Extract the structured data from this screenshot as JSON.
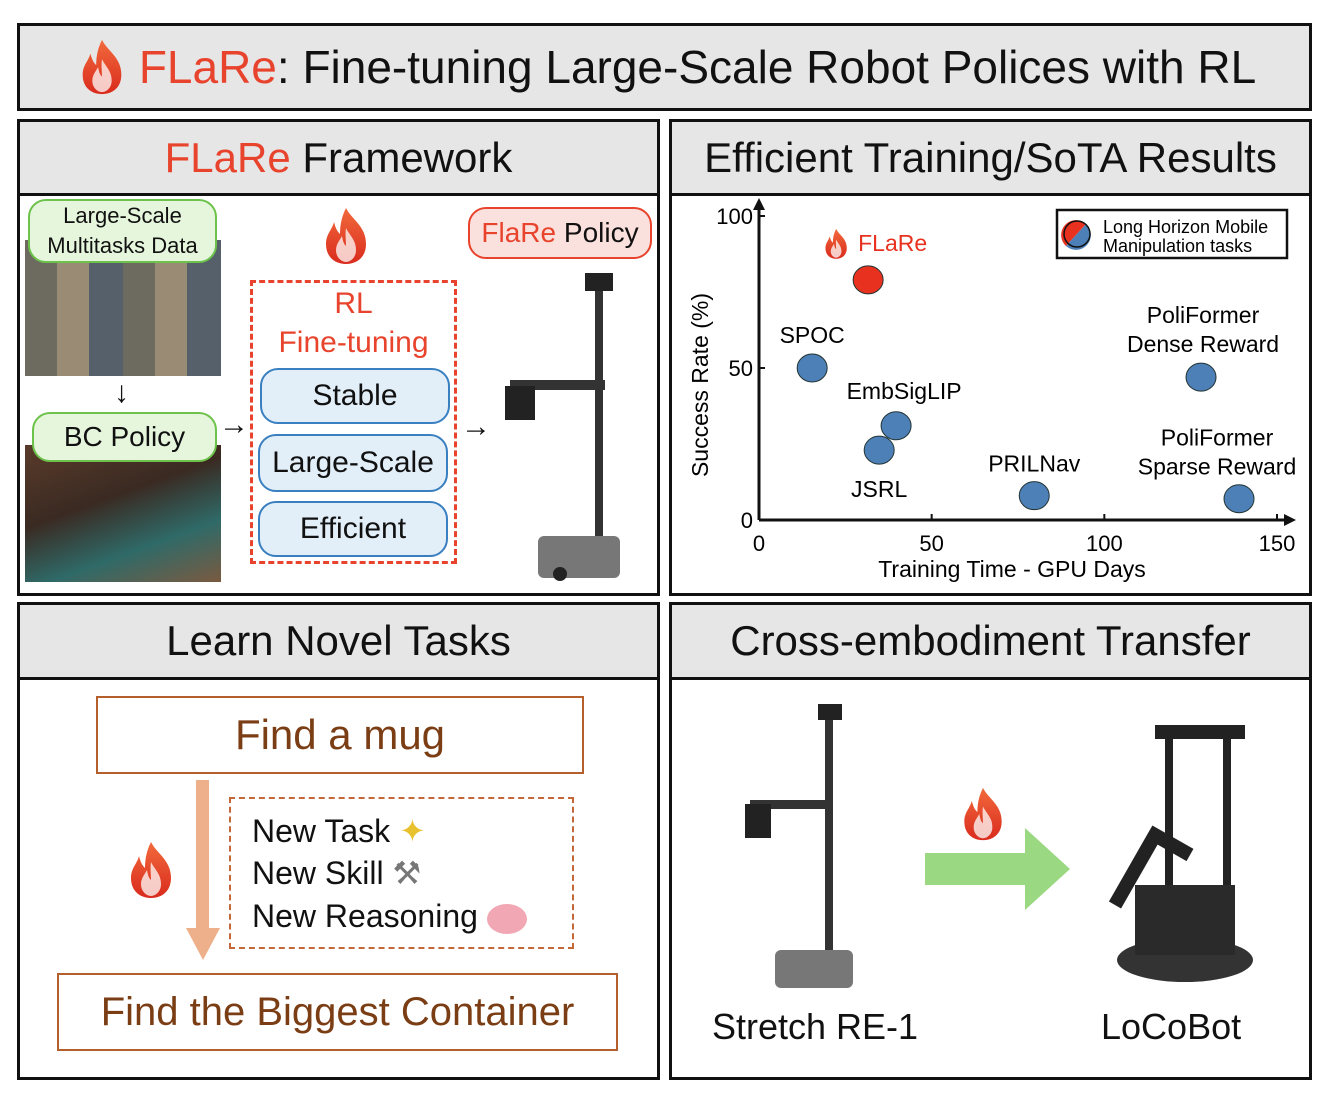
{
  "title": {
    "brand": "FLaRe",
    "rest": ": Fine-tuning Large-Scale Robot Polices with RL"
  },
  "framework": {
    "header_brand": "FLaRe",
    "header_rest": " Framework",
    "data_label": "Large-Scale\nMultitasks Data",
    "bc_policy": "BC Policy",
    "rl_title": "RL",
    "rl_sub": "Fine-tuning",
    "properties": [
      "Stable",
      "Large-Scale",
      "Efficient"
    ],
    "policy_brand": "FlaRe",
    "policy_rest": " Policy"
  },
  "results": {
    "header": "Efficient Training/SoTA Results"
  },
  "chart_data": {
    "type": "scatter",
    "xlabel": "Training Time - GPU Days",
    "ylabel": "Success Rate (%)",
    "xlim": [
      0,
      150
    ],
    "ylim": [
      0,
      100
    ],
    "xticks": [
      "0",
      "50",
      "100",
      "150"
    ],
    "yticks": [
      "0",
      "50",
      "100"
    ],
    "grid": false,
    "legend": {
      "label": "Long Horizon Mobile\nManipulation tasks",
      "placement": "top-right"
    },
    "colors": {
      "flare": "#e8321f",
      "baseline": "#4e80b8"
    },
    "points": [
      {
        "name": "FLaRe",
        "x": 31.6,
        "y": 79
      },
      {
        "name": "SPOC",
        "x": 15.4,
        "y": 50
      },
      {
        "name": "EmbSigLIP",
        "x": 39.7,
        "y": 31
      },
      {
        "name": "JSRL",
        "x": 34.8,
        "y": 23
      },
      {
        "name": "PRILNav",
        "x": 79.7,
        "y": 8
      },
      {
        "name": "PoliFormer\nDense Reward",
        "x": 128,
        "y": 47
      },
      {
        "name": "PoliFormer\nSparse Reward",
        "x": 139,
        "y": 7
      }
    ]
  },
  "novel": {
    "header": "Learn Novel Tasks",
    "task_from": "Find a mug",
    "items": [
      "New Task",
      "New Skill",
      "New Reasoning"
    ],
    "task_to": "Find the Biggest Container"
  },
  "transfer": {
    "header": "Cross-embodiment Transfer",
    "source": "Stretch RE-1",
    "target": "LoCoBot"
  }
}
